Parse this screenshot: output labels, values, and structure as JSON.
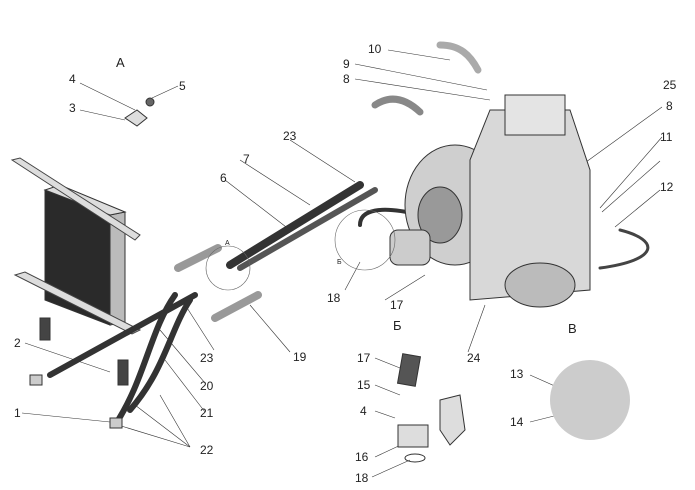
{
  "title": "Cooling system of hydromechanical transmission - exploded view",
  "views": {
    "A": "А",
    "A_small": "А",
    "B": "Б",
    "B_small": "Б",
    "V": "В"
  },
  "callouts": {
    "n1": "1",
    "n2": "2",
    "n3": "3",
    "n4a": "4",
    "n4b": "4",
    "n5": "5",
    "n6": "6",
    "n7": "7",
    "n8a": "8",
    "n8b": "8",
    "n9": "9",
    "n10": "10",
    "n11": "11",
    "n12": "12",
    "n13": "13",
    "n14": "14",
    "n15": "15",
    "n16": "16",
    "n17a": "17",
    "n17b": "17",
    "n18a": "18",
    "n18b": "18",
    "n19": "19",
    "n20": "20",
    "n21": "21",
    "n22": "22",
    "n23a": "23",
    "n23b": "23",
    "n24": "24",
    "n25": "25"
  },
  "colors": {
    "ink": "#222222",
    "part_fill": "#c8c8c8",
    "dark": "#3a3a3a"
  }
}
